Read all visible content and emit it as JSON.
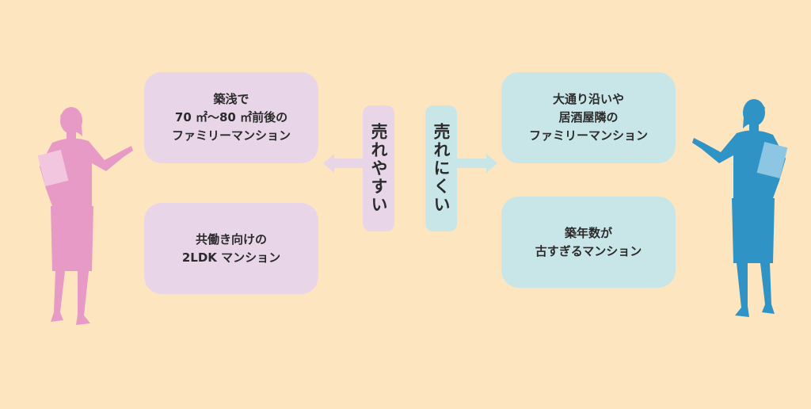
{
  "sell_easily": {
    "label": "売れやすい",
    "color": "#e8d6e8",
    "figure_color": "#e79ac6",
    "items": [
      {
        "lines": [
          "築浅で",
          "70 ㎡〜80 ㎡前後の",
          "ファミリーマンション"
        ]
      },
      {
        "lines": [
          "共働き向けの",
          "2LDK マンション"
        ]
      }
    ]
  },
  "sell_hard": {
    "label": "売れにくい",
    "color": "#c8e6e8",
    "figure_color": "#2f93c6",
    "items": [
      {
        "lines": [
          "大通り沿いや",
          "居酒屋隣の",
          "ファミリーマンション"
        ]
      },
      {
        "lines": [
          "築年数が",
          "古すぎるマンション"
        ]
      }
    ]
  },
  "background_color": "#fde6bf"
}
